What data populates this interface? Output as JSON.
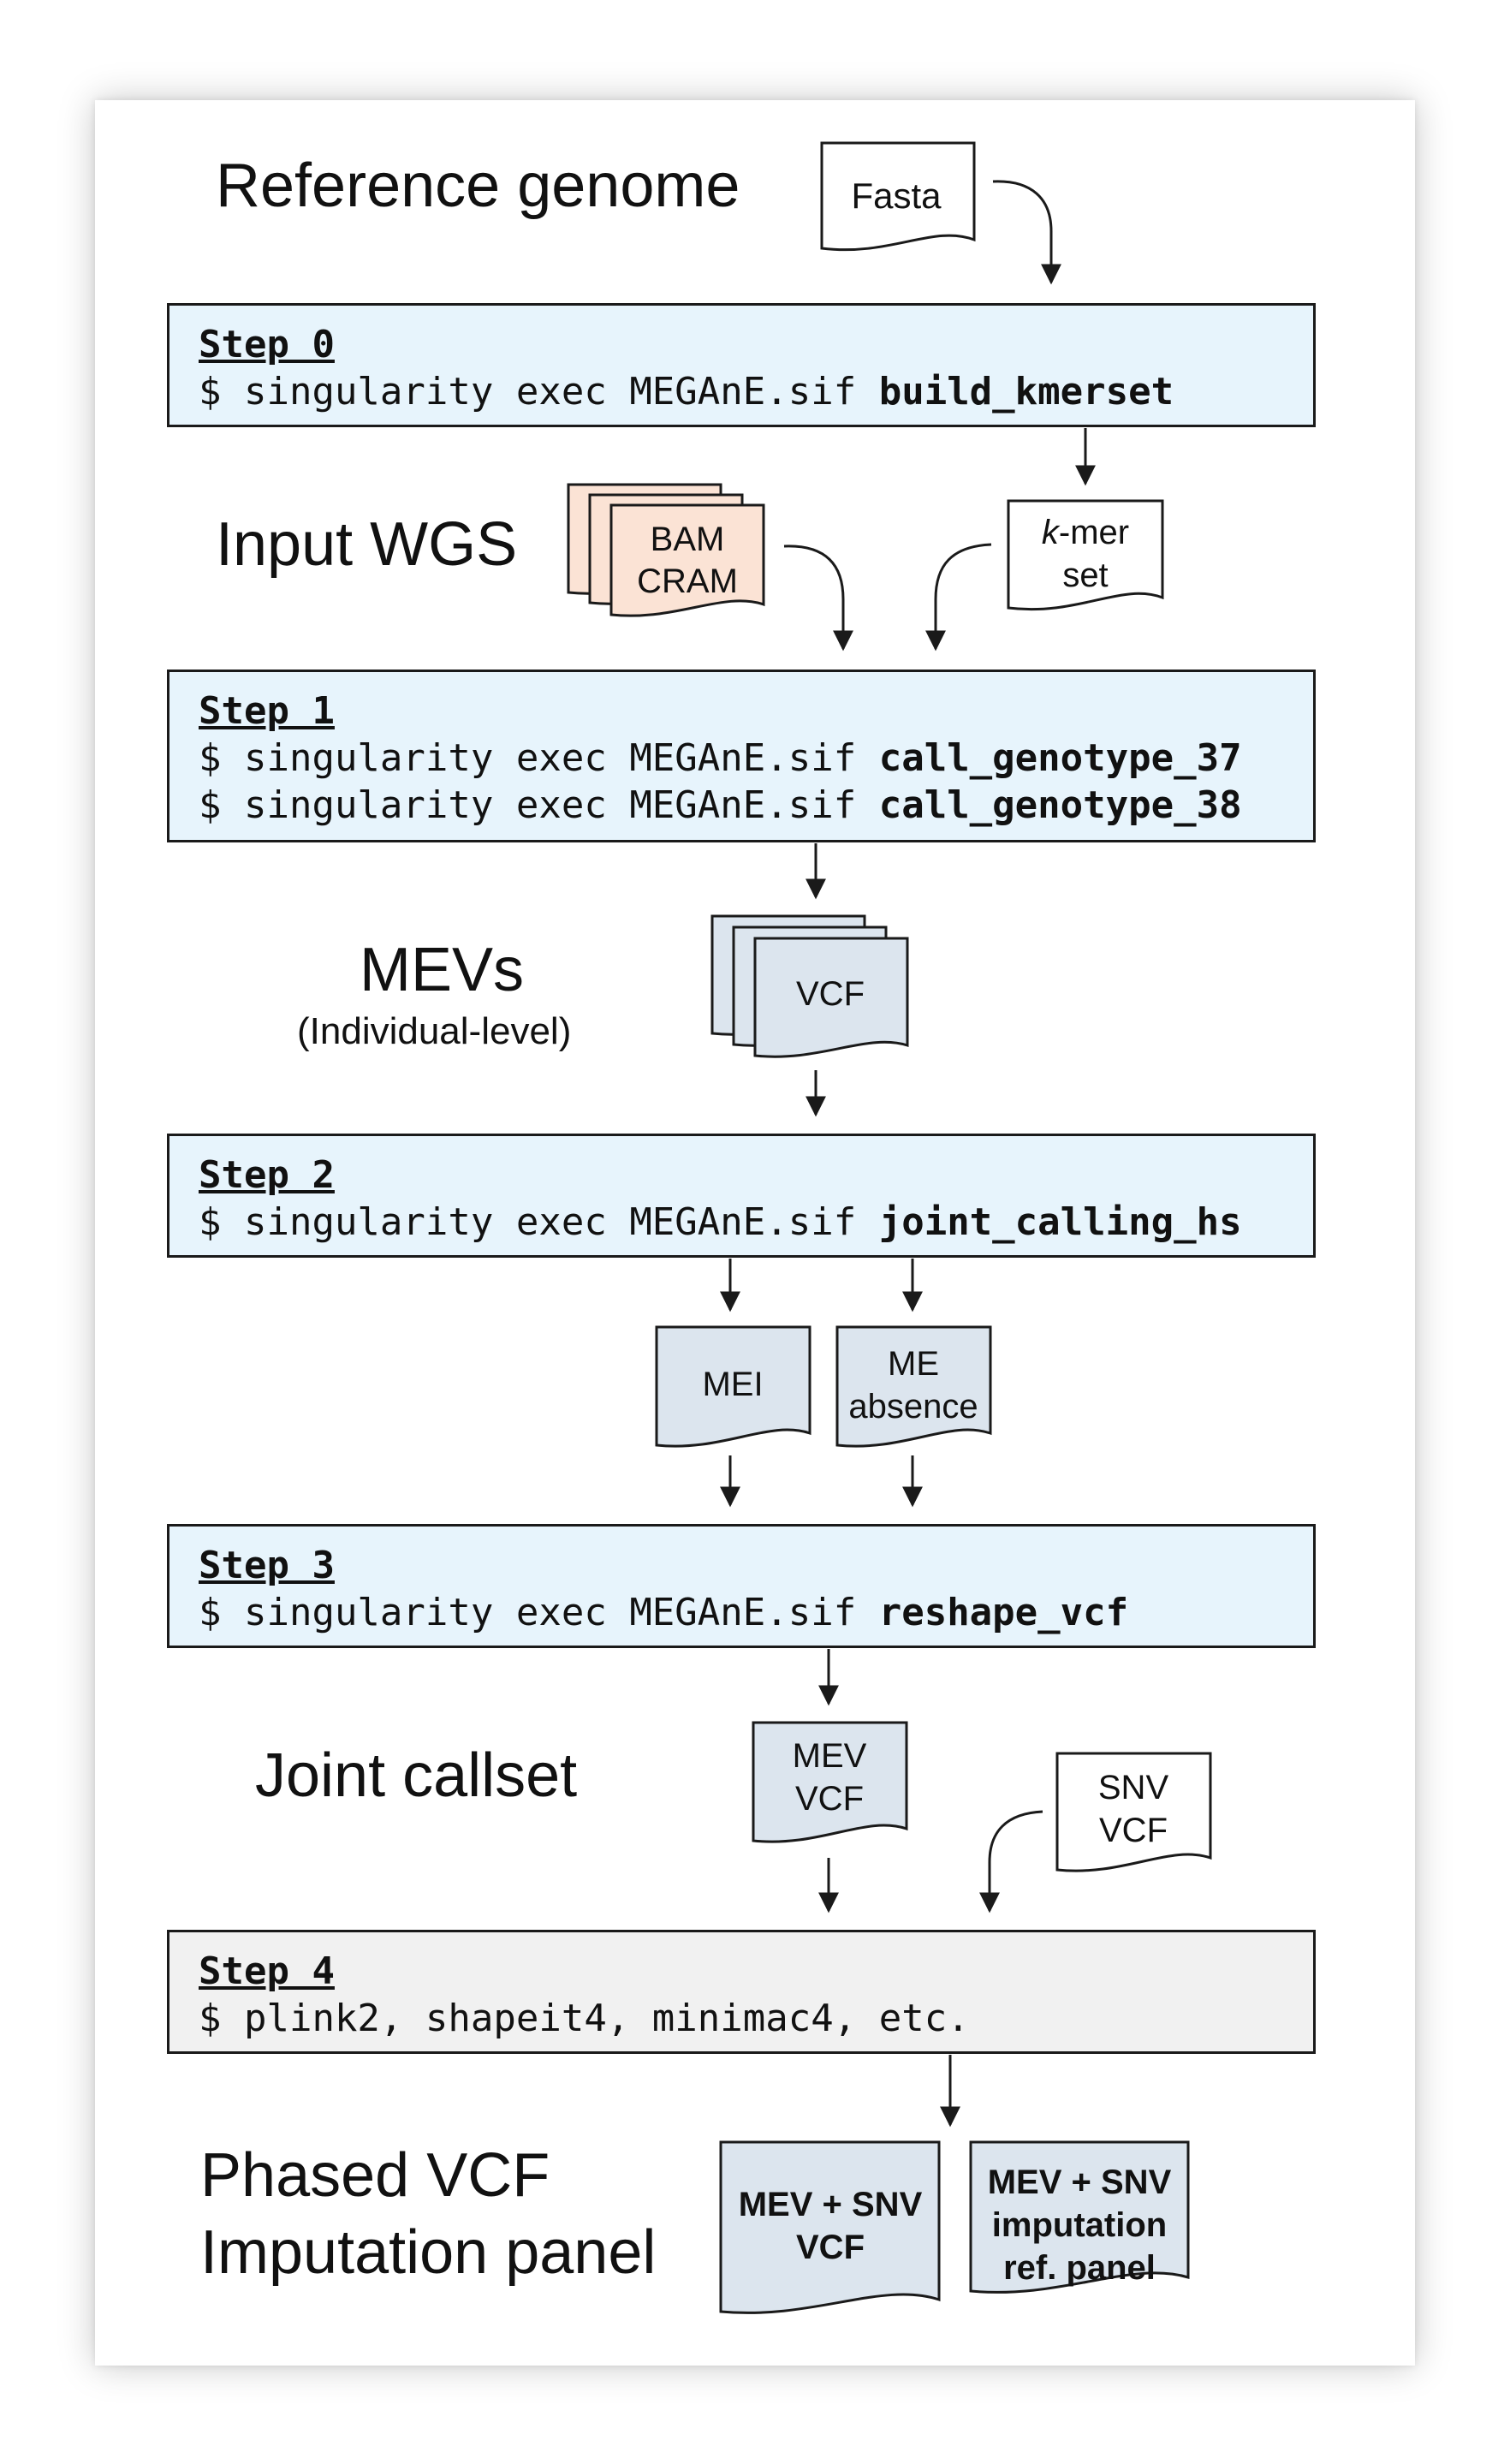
{
  "colors": {
    "step_fill": "#e7f4fc",
    "step4_fill": "#f1f1f1",
    "doc_blue": "#dce5ee",
    "doc_orange": "#fbe3d5",
    "doc_white": "#ffffff",
    "stroke": "#1a1a1a"
  },
  "icons": [
    "document-icon",
    "stacked-documents-icon",
    "arrow-icon"
  ],
  "sections": {
    "reference": "Reference genome",
    "input": "Input WGS",
    "mevs_title": "MEVs",
    "mevs_sub": "(Individual-level)",
    "joint": "Joint callset",
    "phased_1": "Phased VCF",
    "phased_2": "Imputation panel"
  },
  "steps": [
    {
      "title": "Step 0",
      "commands": [
        {
          "prefix": "$ singularity exec MEGAnE.sif ",
          "cmd": "build_kmerset"
        }
      ]
    },
    {
      "title": "Step 1",
      "commands": [
        {
          "prefix": "$ singularity exec MEGAnE.sif ",
          "cmd": "call_genotype_37"
        },
        {
          "prefix": "$ singularity exec MEGAnE.sif ",
          "cmd": "call_genotype_38"
        }
      ]
    },
    {
      "title": "Step 2",
      "commands": [
        {
          "prefix": "$ singularity exec MEGAnE.sif ",
          "cmd": "joint_calling_hs"
        }
      ]
    },
    {
      "title": "Step 3",
      "commands": [
        {
          "prefix": "$ singularity exec MEGAnE.sif ",
          "cmd": "reshape_vcf"
        }
      ]
    },
    {
      "title": "Step 4",
      "commands": [
        {
          "prefix": "$ plink2, shapeit4, minimac4, etc.",
          "cmd": ""
        }
      ]
    }
  ],
  "docs": {
    "fasta": [
      "Fasta"
    ],
    "bam": [
      "BAM",
      "CRAM"
    ],
    "kmer": [
      "k",
      "-mer",
      "set"
    ],
    "vcf": [
      "VCF"
    ],
    "mei": [
      "MEI"
    ],
    "me_absence": [
      "ME",
      "absence"
    ],
    "mev_vcf": [
      "MEV",
      "VCF"
    ],
    "snv_vcf": [
      "SNV",
      "VCF"
    ],
    "mev_snv_vcf": [
      "MEV + SNV",
      "VCF"
    ],
    "mev_snv_panel": [
      "MEV + SNV",
      "imputation",
      "ref. panel"
    ]
  }
}
